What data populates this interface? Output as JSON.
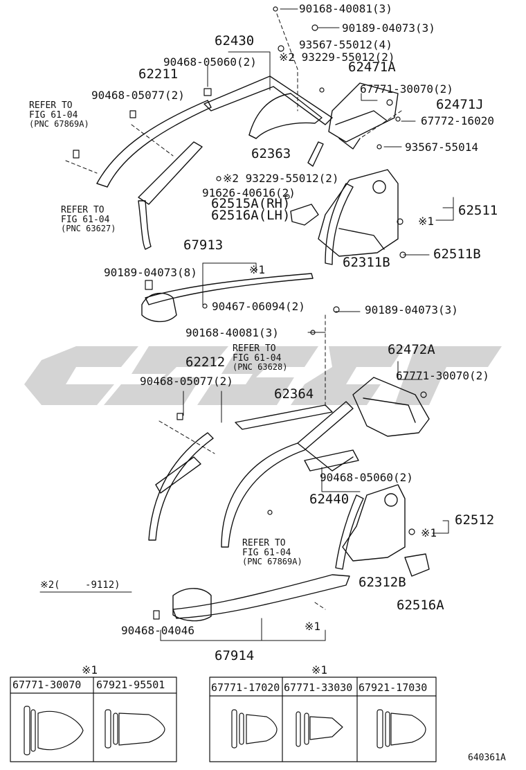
{
  "labels": {
    "p90168_top": "90168-40081(3)",
    "p90189_top": "90189-04073(3)",
    "p62430": "62430",
    "p93567_55012": "93567-55012(4)",
    "p93229_top": "※2 93229-55012(2)",
    "p90468_05060_top": "90468-05060(2)",
    "p62471A": "62471A",
    "p62211": "62211",
    "p90468_05077_top": "90468-05077(2)",
    "p67771_30070_top": "67771-30070(2)",
    "p62471J": "62471J",
    "p67772": "67772-16020",
    "p93567_55014": "93567-55014",
    "p62363": "62363",
    "p93229_mid": "※2 93229-55012(2)",
    "p91626": "91626-40616(2)",
    "p62515A": "62515A(RH)",
    "p62516A_LH": "62516A(LH)",
    "p62511": "62511",
    "note1_a": "※1",
    "p62511B": "62511B",
    "p62311B": "62311B",
    "p67913": "67913",
    "p90189_8": "90189-04073(8)",
    "note1_b": "※1",
    "p90467": "90467-06094(2)",
    "p90189_mid": "90189-04073(3)",
    "p90168_mid": "90168-40081(3)",
    "p62472A": "62472A",
    "p62212": "62212",
    "p67771_30070_mid": "67771-30070(2)",
    "p90468_05077_mid": "90468-05077(2)",
    "p62364": "62364",
    "p90468_05060_mid": "90468-05060(2)",
    "p62440": "62440",
    "p62512": "62512",
    "note1_c": "※1",
    "p62312B": "62312B",
    "p62516A": "62516A",
    "note2": "※2(　　 -9112)",
    "p90468_04046": "90468-04046",
    "note1_d": "※1",
    "p67914": "67914",
    "box1_note": "※1",
    "box2_note": "※1",
    "illus_no": "640361A"
  },
  "refs": [
    {
      "line1": "REFER TO",
      "line2": "FIG 61-04",
      "line3": "(PNC 67869A)"
    },
    {
      "line1": "REFER TO",
      "line2": "FIG 61-04",
      "line3": "(PNC 63627)"
    },
    {
      "line1": "REFER TO",
      "line2": "FIG 61-04",
      "line3": "(PNC 63628)"
    },
    {
      "line1": "REFER TO",
      "line2": "FIG 61-04",
      "line3": "(PNC 67869A)"
    }
  ],
  "clip_table_left": [
    "67771-30070",
    "67921-95501"
  ],
  "clip_table_right": [
    "67771-17020",
    "67771-33030",
    "67921-17030"
  ],
  "colors": {
    "line": "#111111",
    "watermark": "#d6d6d6"
  }
}
